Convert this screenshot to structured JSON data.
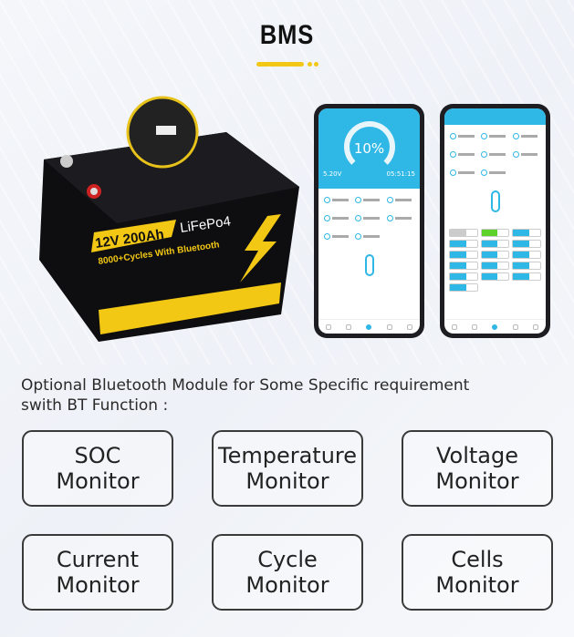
{
  "header": {
    "title": "BMS"
  },
  "battery": {
    "voltage_capacity": "12V 200Ah",
    "chemistry": "LiFePo4",
    "cycles": "8000+Cycles With Bluetooth",
    "colors": {
      "label": "#f3c814",
      "case": "#111111"
    }
  },
  "phone_left": {
    "percent": "10%",
    "voltage": "5.20V",
    "time": "05:51:15"
  },
  "accent_color": "#2fb7e6",
  "description": {
    "line1": "Optional Bluetooth Module for Some Specific requirement",
    "line2": "swith BT Function :"
  },
  "features": [
    {
      "line1": "SOC",
      "line2": "Monitor"
    },
    {
      "line1": "Temperature",
      "line2": "Monitor"
    },
    {
      "line1": "Voltage",
      "line2": "Monitor"
    },
    {
      "line1": "Current",
      "line2": "Monitor"
    },
    {
      "line1": "Cycle",
      "line2": "Monitor"
    },
    {
      "line1": "Cells",
      "line2": "Monitor"
    }
  ]
}
